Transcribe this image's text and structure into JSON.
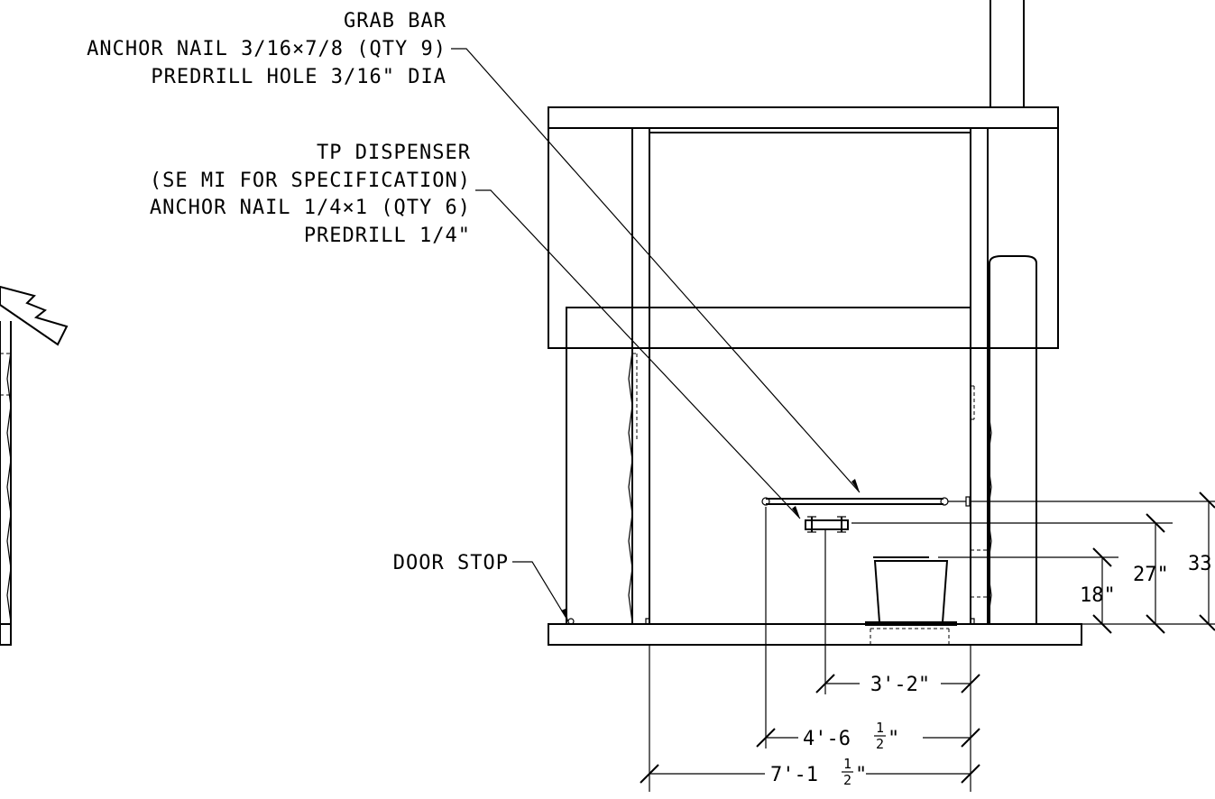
{
  "notes": {
    "grab_bar": {
      "line1": "GRAB BAR",
      "line2": "ANCHOR NAIL 3/16×7/8 (QTY 9)",
      "line3": "PREDRILL HOLE 3/16\" DIA"
    },
    "tp_dispenser": {
      "line1": "TP DISPENSER",
      "line2": "(SE MI FOR SPECIFICATION)",
      "line3": "ANCHOR NAIL 1/4×1 (QTY 6)",
      "line4": "PREDRILL 1/4\""
    },
    "door_stop": "DOOR STOP"
  },
  "dimensions": {
    "vertical": {
      "d18": "18\"",
      "d27": "27\"",
      "d33": "33"
    },
    "horizontal": {
      "d_3_2": "3'-2\"",
      "d_4_6": {
        "main": "4'-6",
        "num": "1",
        "den": "2",
        "unit": "\""
      },
      "d_7_1": {
        "main": "7'-1",
        "num": "1",
        "den": "2",
        "unit": "\""
      }
    }
  }
}
